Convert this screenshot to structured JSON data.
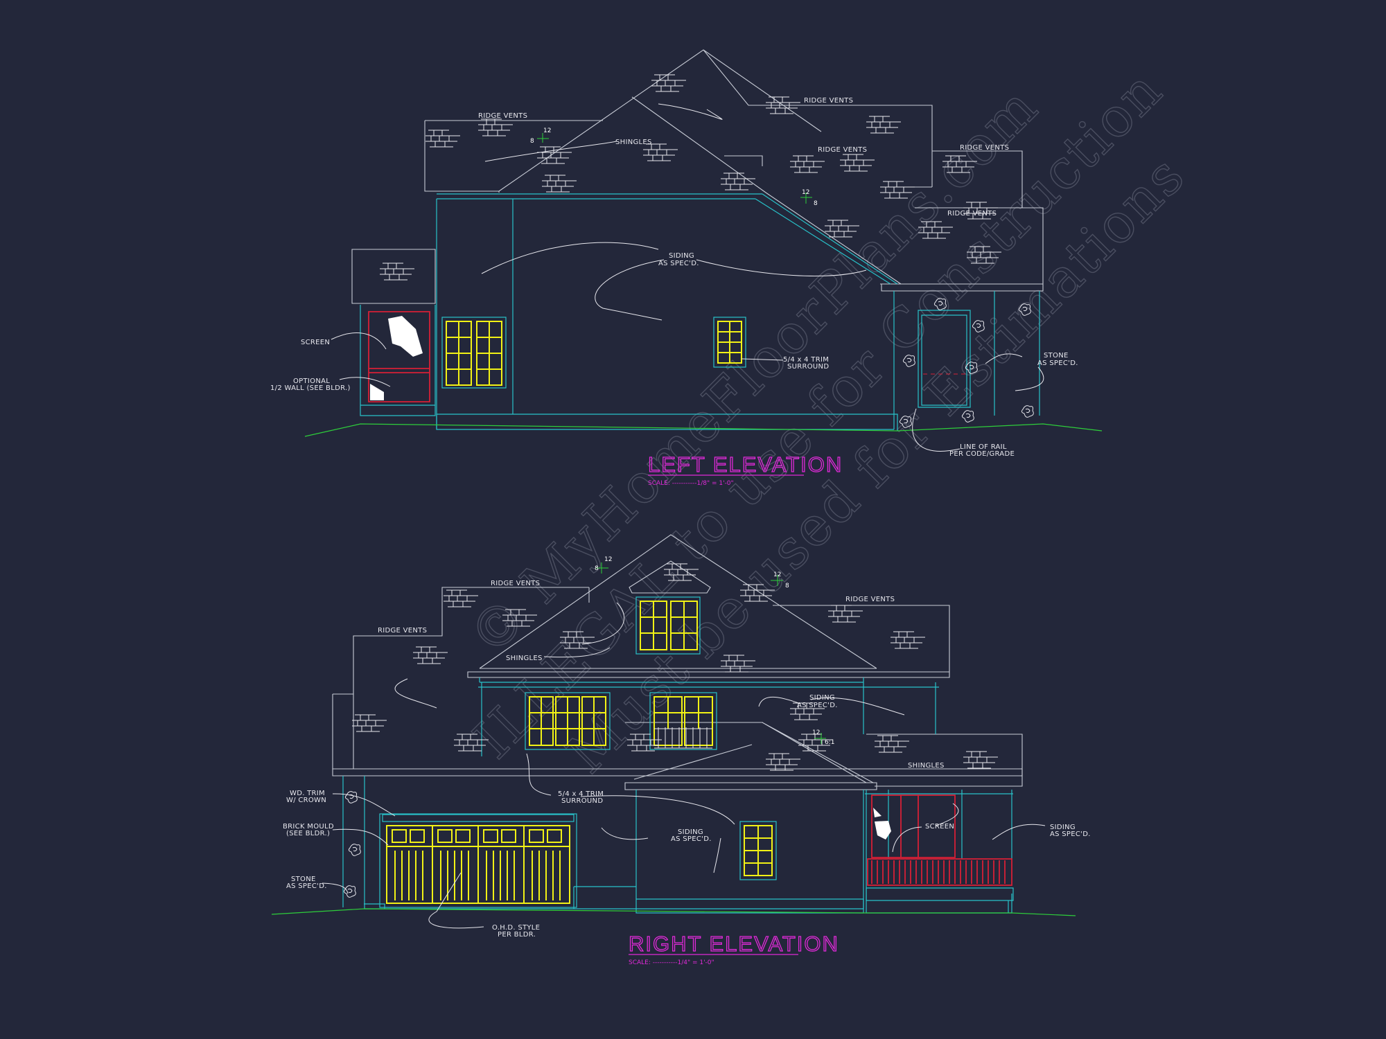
{
  "left_elevation": {
    "title": "LEFT ELEVATION",
    "scale": "SCALE: -----------1/8\" = 1'-0\"",
    "labels": {
      "ridge_vents_1": "RIDGE VENTS",
      "ridge_vents_2": "RIDGE VENTS",
      "ridge_vents_3": "RIDGE VENTS",
      "ridge_vents_4": "RIDGE VENTS",
      "ridge_vents_5": "RIDGE VENTS",
      "shingles": "SHINGLES",
      "siding_1": "SIDING",
      "siding_2": "AS SPEC'D.",
      "trim_1": "5/4 x 4 TRIM",
      "trim_2": "SURROUND",
      "screen": "SCREEN",
      "optional_1": "OPTIONAL",
      "optional_2": "1/2 WALL (SEE BLDR.)",
      "stone_1": "STONE",
      "stone_2": "AS SPEC'D.",
      "rail_1": "LINE OF RAIL",
      "rail_2": "PER CODE/GRADE"
    },
    "pitch": {
      "a_rise": "8",
      "a_run": "12",
      "b_rise": "8",
      "b_run": "12"
    }
  },
  "right_elevation": {
    "title": "RIGHT ELEVATION",
    "scale": "SCALE: -----------1/4\" = 1'-0\"",
    "labels": {
      "ridge_vents_1": "RIDGE VENTS",
      "ridge_vents_2": "RIDGE VENTS",
      "ridge_vents_3": "RIDGE VENTS",
      "shingles_1": "SHINGLES",
      "shingles_2": "SHINGLES",
      "siding_a1": "SIDING",
      "siding_a2": "AS SPEC'D.",
      "siding_b1": "SIDING",
      "siding_b2": "AS SPEC'D.",
      "siding_c1": "SIDING",
      "siding_c2": "AS SPEC'D.",
      "trim_1": "5/4 x 4 TRIM",
      "trim_2": "SURROUND",
      "wd_trim_1": "WD. TRIM",
      "wd_trim_2": "W/ CROWN",
      "brick_1": "BRICK MOULD",
      "brick_2": "(SEE BLDR.)",
      "stone_1": "STONE",
      "stone_2": "AS SPEC'D.",
      "screen": "SCREEN",
      "ohd_1": "O.H.D. STYLE",
      "ohd_2": "PER BLDR."
    },
    "pitch": {
      "a_rise": "8",
      "a_run": "12",
      "b_rise": "8",
      "b_run": "12",
      "c_rise": "6:1",
      "c_run": "12"
    }
  },
  "watermark": {
    "line_1": "© MyHomeFloorPlans.com",
    "line_2": "ILLEGAL to use for Construction",
    "line_3": "Must be used for Estimations"
  },
  "colors": {
    "background": "#23273a",
    "walls": "#28c2c9",
    "windows": "#f2f215",
    "screen_porch": "#d62036",
    "titles": "#e02ad8",
    "grade": "#2ecf3a"
  }
}
